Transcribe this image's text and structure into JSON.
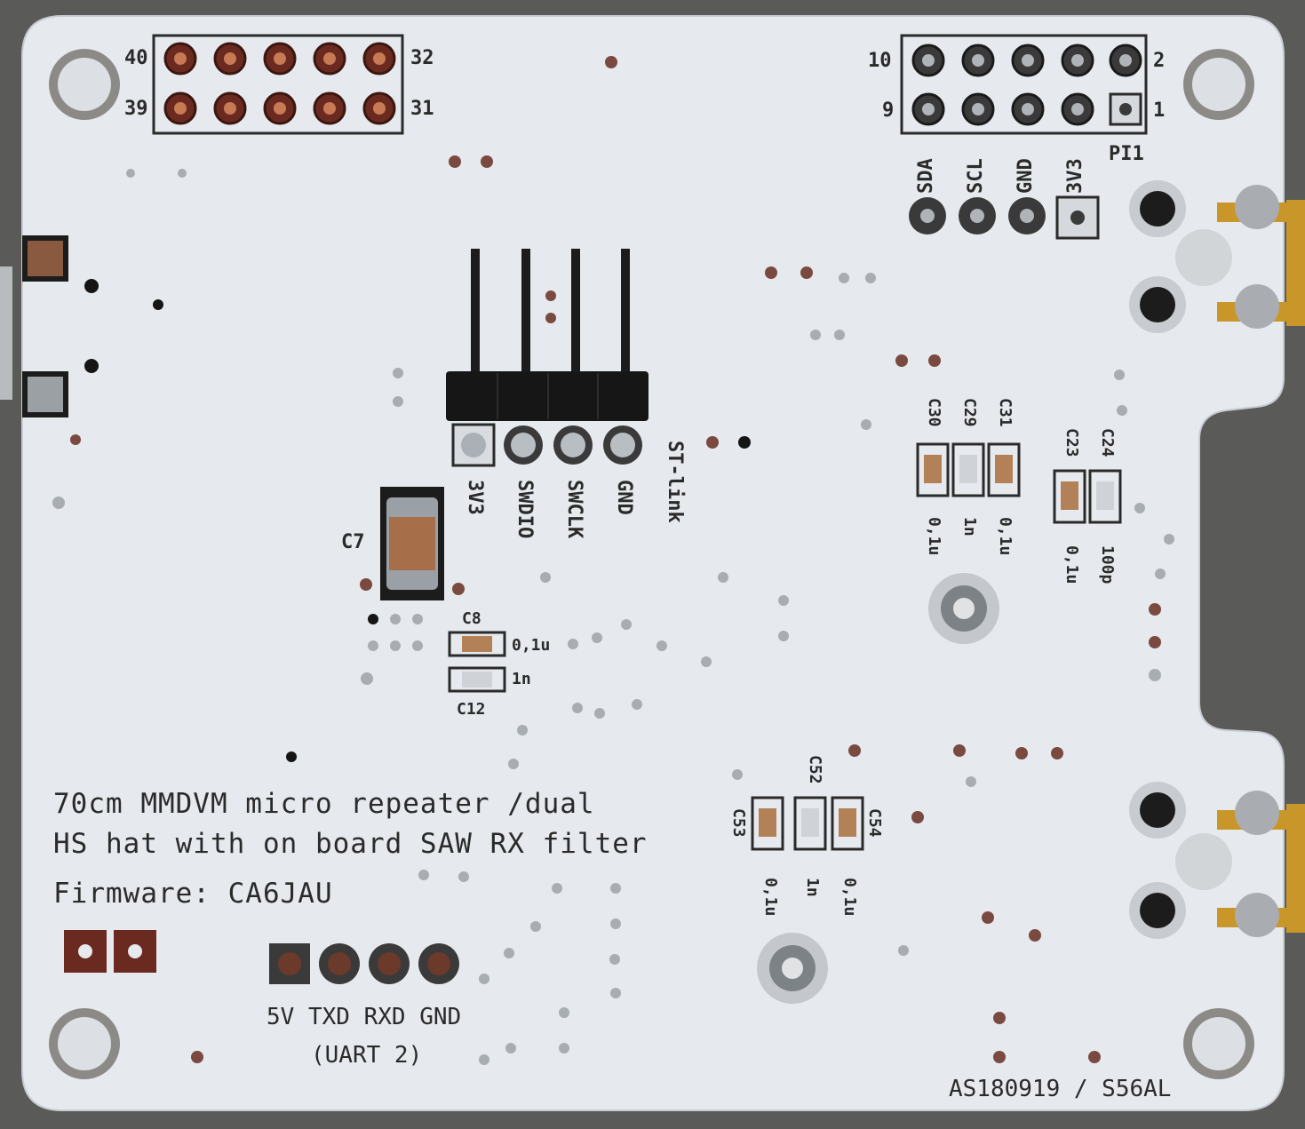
{
  "board": {
    "title_line1": "70cm MMDVM micro repeater /dual",
    "title_line2": "HS hat with on board SAW RX filter",
    "firmware": "Firmware: CA6JAU",
    "revision": "AS180919 / S56AL",
    "colors": {
      "background": "#5a5a58",
      "board": "#e6e9ee",
      "silkscreen": "#2a2a2a",
      "copper": "#7a3b2e",
      "gold": "#c9962a"
    }
  },
  "gpio_header": {
    "pin_tl": "40",
    "pin_bl": "39",
    "pin_tr": "32",
    "pin_br": "31"
  },
  "pi1_header": {
    "name": "PI1",
    "pin_tl": "10",
    "pin_bl": "9",
    "pin_tr": "2",
    "pin_br": "1",
    "breakout": [
      "SDA",
      "SCL",
      "GND",
      "3V3"
    ]
  },
  "stlink_header": {
    "name": "ST-link",
    "pins": [
      "3V3",
      "SWDIO",
      "SWCLK",
      "GND"
    ]
  },
  "uart_header": {
    "pins": [
      "5V",
      "TXD",
      "RXD",
      "GND"
    ],
    "name": "(UART 2)"
  },
  "capacitors": {
    "c7": "C7",
    "c8": {
      "ref": "C8",
      "value": "0,1u"
    },
    "c12": {
      "ref": "C12",
      "value": "1n"
    },
    "c30": {
      "ref": "C30",
      "value": "0,1u"
    },
    "c29": {
      "ref": "C29",
      "value": "1n"
    },
    "c31": {
      "ref": "C31",
      "value": "0,1u"
    },
    "c23": {
      "ref": "C23",
      "value": "0,1u"
    },
    "c24": {
      "ref": "C24",
      "value": "100p"
    },
    "c53": {
      "ref": "C53",
      "value": "0,1u"
    },
    "c52": {
      "ref": "C52",
      "value": "1n"
    },
    "c54": {
      "ref": "C54",
      "value": "0,1u"
    }
  }
}
